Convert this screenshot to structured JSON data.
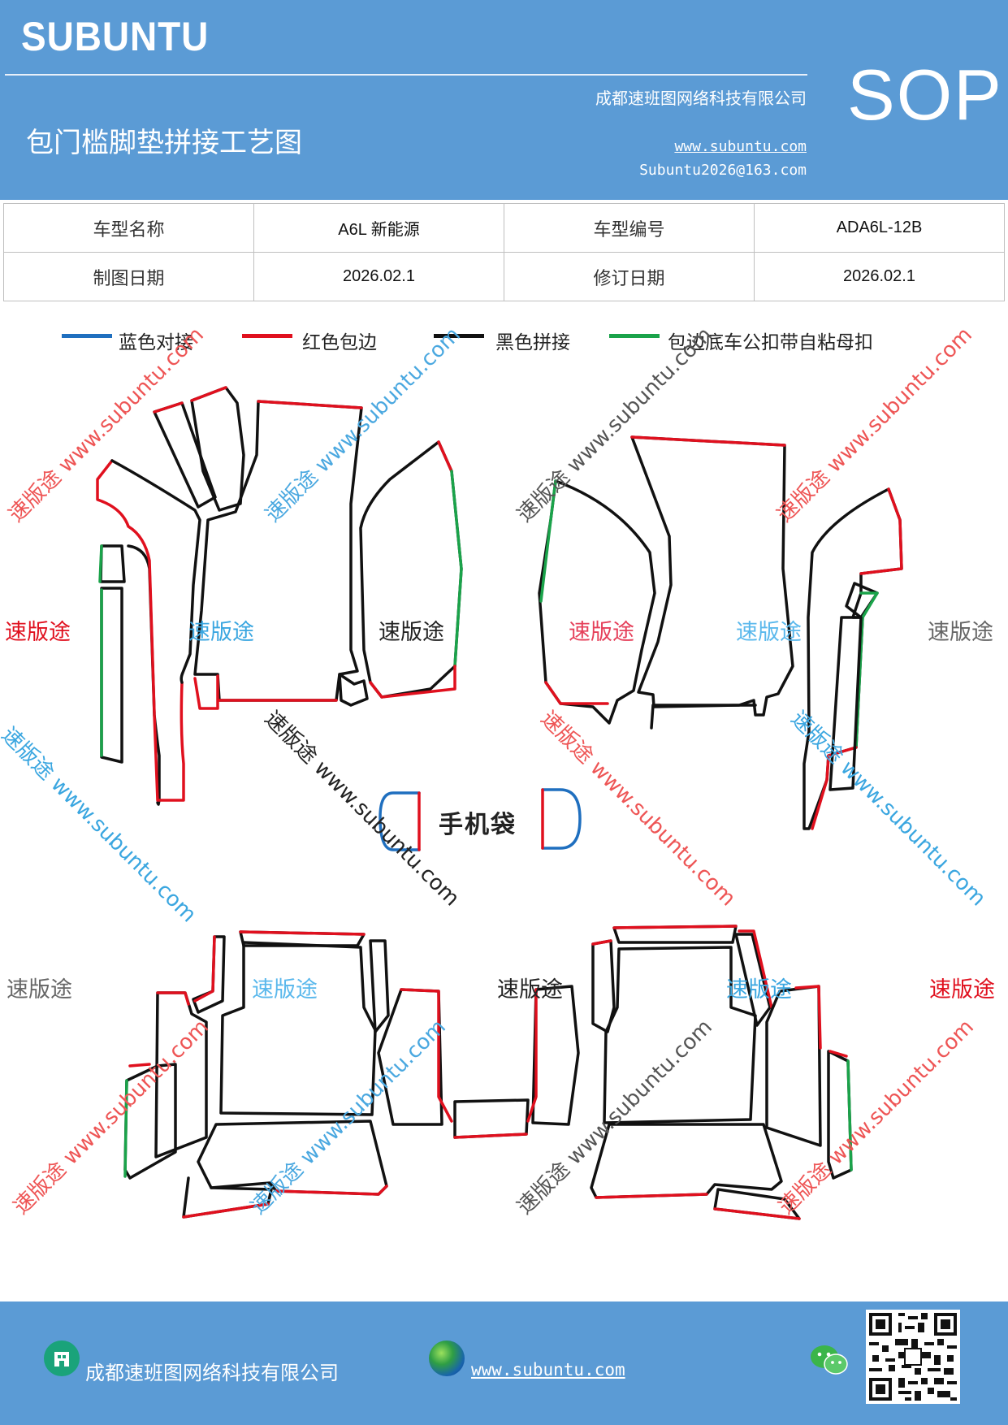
{
  "header": {
    "brand": "SUBUNTU",
    "company": "成都速班图网络科技有限公司",
    "title": "包门槛脚垫拼接工艺图",
    "website": "www.subuntu.com",
    "email": "Subuntu2026@163.com",
    "badge": "SOP"
  },
  "info_table": {
    "rows": [
      {
        "label1": "车型名称",
        "value1": "A6L 新能源",
        "label2": "车型编号",
        "value2": "ADA6L-12B"
      },
      {
        "label1": "制图日期",
        "value1": "2026.02.1",
        "label2": "修订日期",
        "value2": "2026.02.1"
      }
    ]
  },
  "legend": [
    {
      "label": "蓝色对接",
      "color": "#1f6fbf"
    },
    {
      "label": "红色包边",
      "color": "#e0101e"
    },
    {
      "label": "黑色拼接",
      "color": "#111111"
    },
    {
      "label": "包边底车公扣带自粘母扣",
      "color": "#1aa34a"
    }
  ],
  "diagram": {
    "phone_pocket_label": "手机袋",
    "brand_mark": "速版途",
    "watermark": "速版途 www.subuntu.com"
  },
  "colors": {
    "header_bg": "#5b9bd5",
    "blue": "#1f6fbf",
    "red": "#e0101e",
    "black": "#111111",
    "green": "#1aa34a"
  },
  "footer": {
    "company": "成都速班图网络科技有限公司",
    "website": "www.subuntu.com",
    "icons": [
      "building-icon",
      "globe-icon",
      "wechat-icon",
      "qr-code"
    ]
  }
}
